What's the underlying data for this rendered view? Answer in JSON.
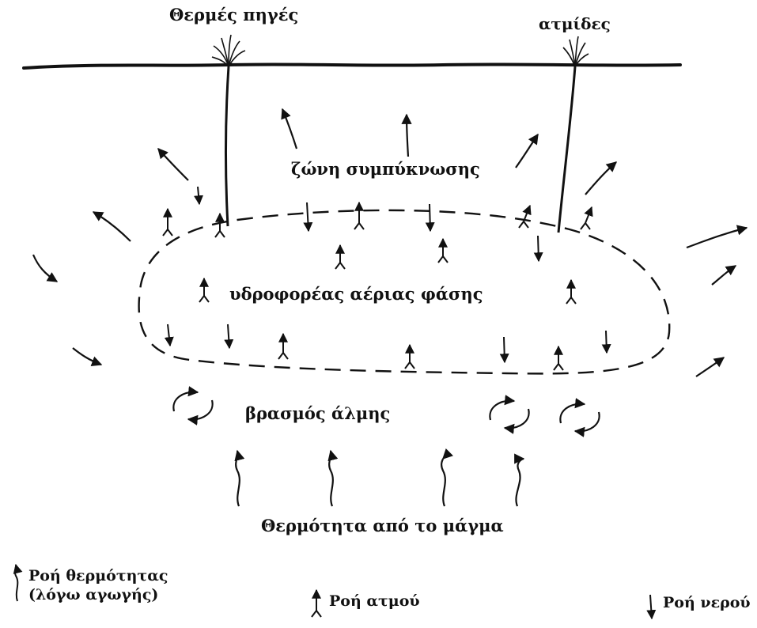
{
  "labels": {
    "hot_springs": "Θερμές πηγές",
    "fumaroles": "ατμίδες",
    "condensation_zone": "ζώνη συμπύκνωσης",
    "vapor_aquifer": "υδροφορέας αέριας φάσης",
    "brine_boiling": "βρασμός άλμης",
    "magma_heat": "Θερμότητα από το μάγμα"
  },
  "legend": {
    "heat_flow_line1": "Ροή θερμότητας",
    "heat_flow_line2": "(λόγω αγωγής)",
    "steam_flow": "Ροή ατμού",
    "water_flow": "Ροή νερού"
  },
  "colors": {
    "ink": "#111111",
    "background": "#ffffff"
  }
}
